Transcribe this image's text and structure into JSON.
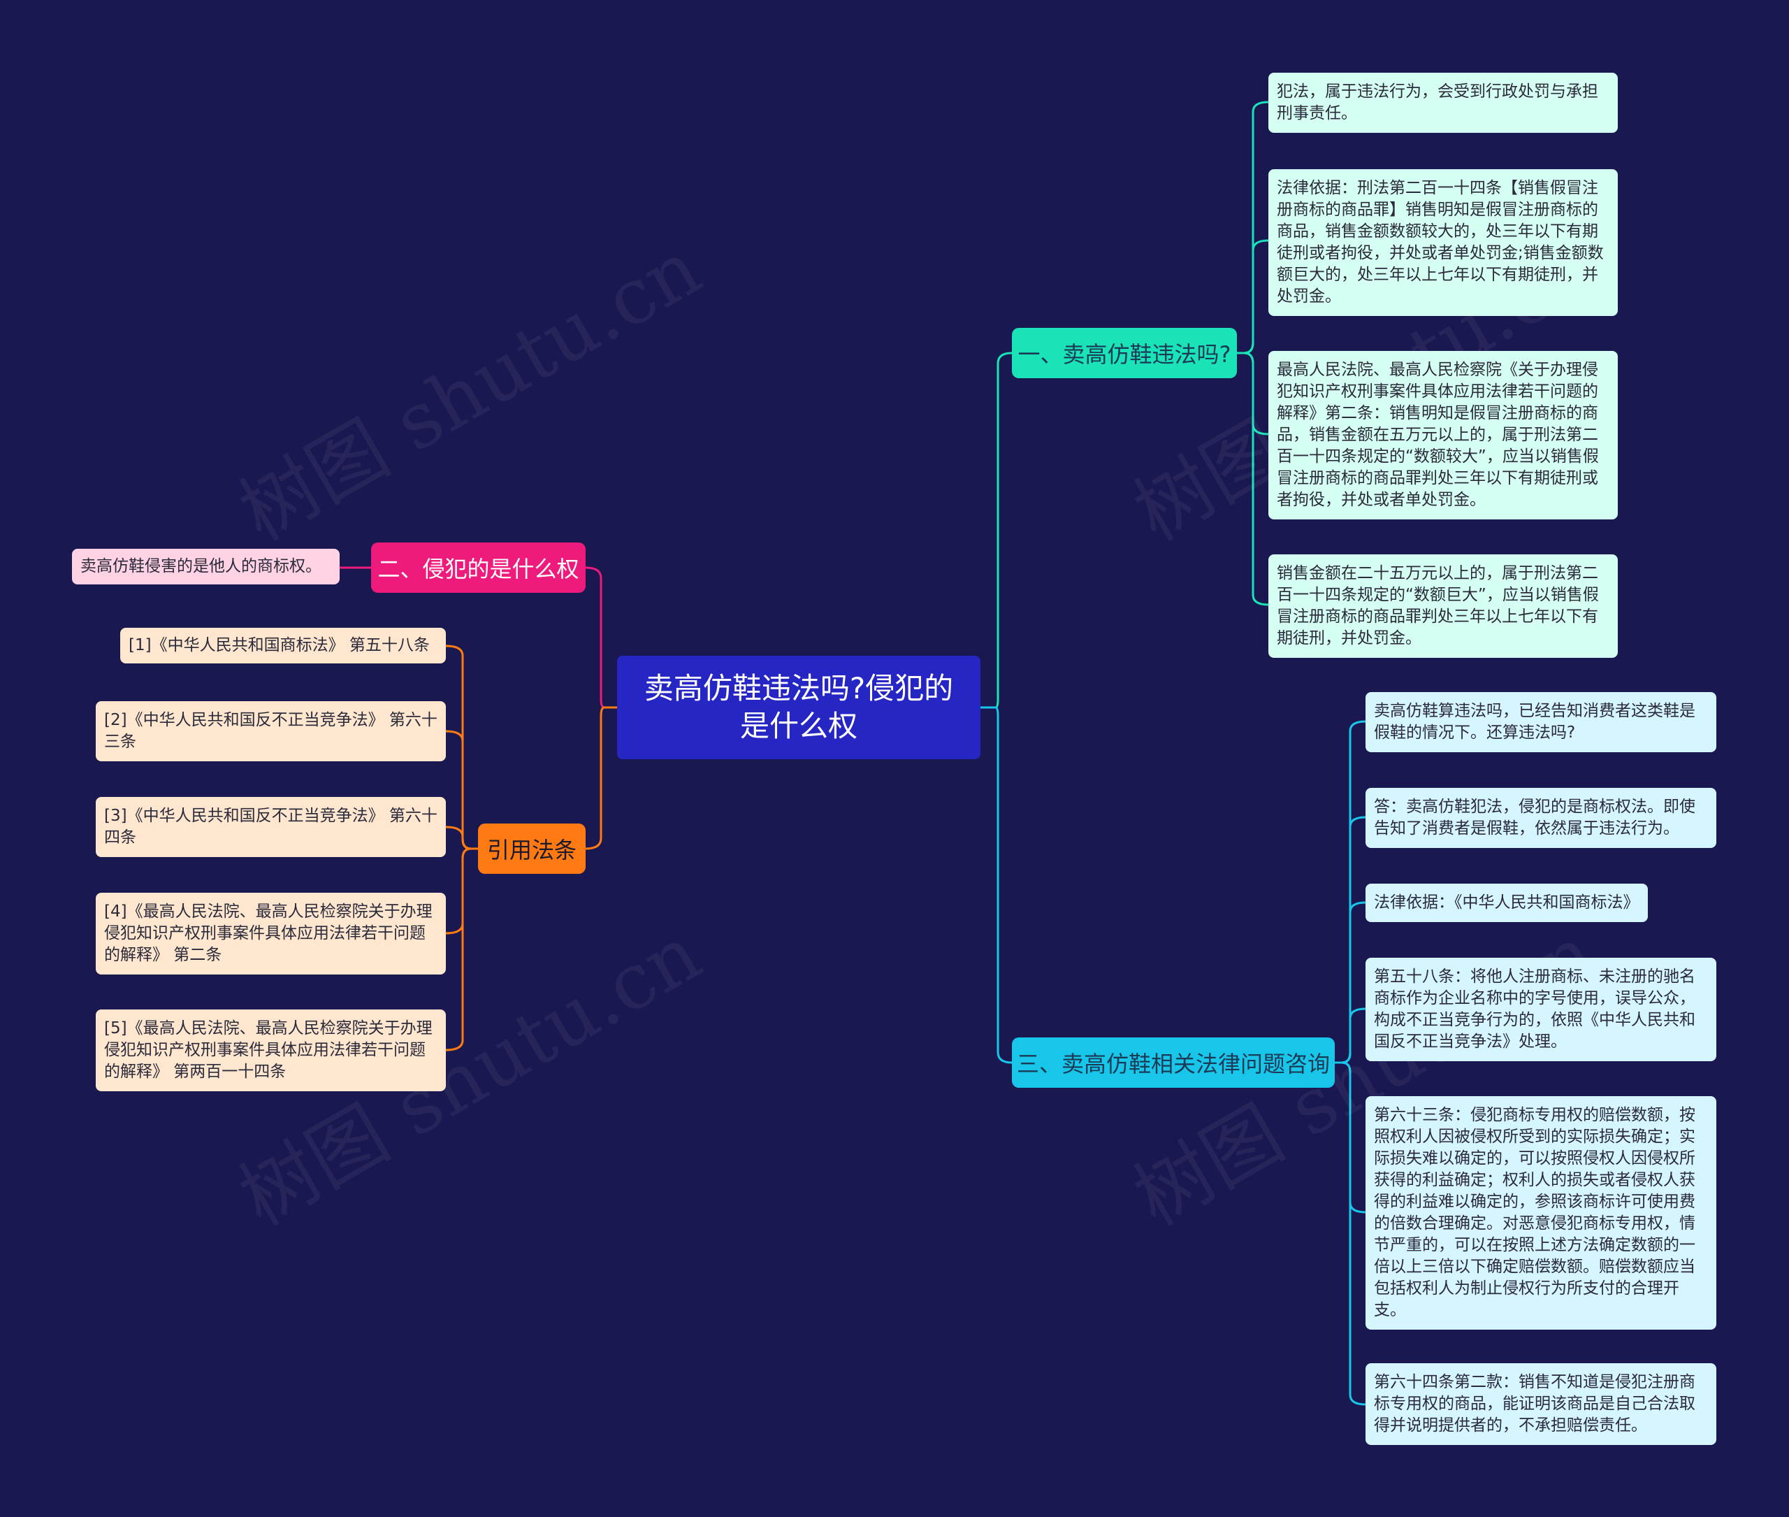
{
  "watermark": "树图 shutu.cn",
  "root": {
    "title": "卖高仿鞋违法吗?侵犯的是什么权"
  },
  "branches": [
    {
      "label": "一、卖高仿鞋违法吗?",
      "color": "#19e3b7",
      "children": [
        "犯法，属于违法行为，会受到行政处罚与承担刑事责任。",
        "法律依据：刑法第二百一十四条【销售假冒注册商标的商品罪】销售明知是假冒注册商标的商品，销售金额数额较大的，处三年以下有期徒刑或者拘役，并处或者单处罚金;销售金额数额巨大的，处三年以上七年以下有期徒刑，并处罚金。",
        "最高人民法院、最高人民检察院《关于办理侵犯知识产权刑事案件具体应用法律若干问题的解释》第二条：销售明知是假冒注册商标的商品，销售金额在五万元以上的，属于刑法第二百一十四条规定的“数额较大”，应当以销售假冒注册商标的商品罪判处三年以下有期徒刑或者拘役，并处或者单处罚金。",
        "销售金额在二十五万元以上的，属于刑法第二百一十四条规定的“数额巨大”，应当以销售假冒注册商标的商品罪判处三年以上七年以下有期徒刑，并处罚金。"
      ]
    },
    {
      "label": "三、卖高仿鞋相关法律问题咨询",
      "color": "#18c6ea",
      "children": [
        "卖高仿鞋算违法吗，已经告知消费者这类鞋是假鞋的情况下。还算违法吗?",
        "答：卖高仿鞋犯法，侵犯的是商标权法。即使告知了消费者是假鞋，依然属于违法行为。",
        "法律依据：《中华人民共和国商标法》",
        "第五十八条：将他人注册商标、未注册的驰名商标作为企业名称中的字号使用，误导公众，构成不正当竞争行为的，依照《中华人民共和国反不正当竞争法》处理。",
        "第六十三条：侵犯商标专用权的赔偿数额，按照权利人因被侵权所受到的实际损失确定；实际损失难以确定的，可以按照侵权人因侵权所获得的利益确定；权利人的损失或者侵权人获得的利益难以确定的，参照该商标许可使用费的倍数合理确定。对恶意侵犯商标专用权，情节严重的，可以在按照上述方法确定数额的一倍以上三倍以下确定赔偿数额。赔偿数额应当包括权利人为制止侵权行为所支付的合理开支。",
        "第六十四条第二款：销售不知道是侵犯注册商标专用权的商品，能证明该商品是自己合法取得并说明提供者的，不承担赔偿责任。"
      ]
    },
    {
      "label": "二、侵犯的是什么权",
      "color": "#ee1a7c",
      "children": [
        "卖高仿鞋侵害的是他人的商标权。"
      ]
    },
    {
      "label": "引用法条",
      "color": "#ff7a12",
      "children": [
        "[1]《中华人民共和国商标法》 第五十八条",
        "[2]《中华人民共和国反不正当竞争法》 第六十三条",
        "[3]《中华人民共和国反不正当竞争法》 第六十四条",
        "[4]《最高人民法院、最高人民检察院关于办理侵犯知识产权刑事案件具体应用法律若干问题的解释》 第二条",
        "[5]《最高人民法院、最高人民检察院关于办理侵犯知识产权刑事案件具体应用法律若干问题的解释》 第两百一十四条"
      ]
    }
  ]
}
